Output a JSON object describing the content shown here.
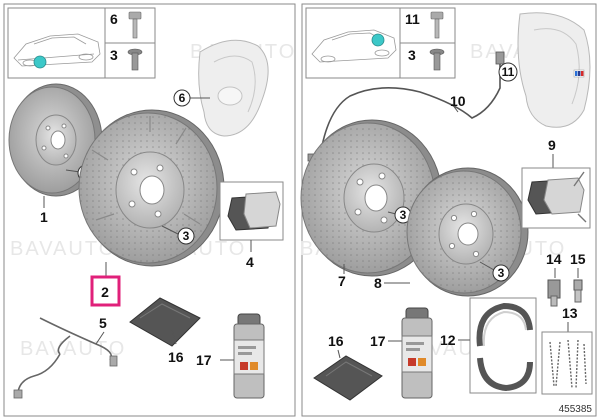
{
  "watermark": "BAVAUTO",
  "reference_number": "455385",
  "colors": {
    "highlight": "#e0207a",
    "marker": "#3cc8c8"
  },
  "callouts": {
    "c1": "1",
    "c2": "2",
    "c3a": "3",
    "c3b": "3",
    "c3c": "3",
    "c3d": "3",
    "c4": "4",
    "c5": "5",
    "c6": "6",
    "c16": "16",
    "c17": "17",
    "c7": "7",
    "c8": "8",
    "c9": "9",
    "c10": "10",
    "c11": "11",
    "c12": "12",
    "c13": "13",
    "c14": "14",
    "c15": "15",
    "c16b": "16",
    "c17b": "17"
  },
  "inset_left": {
    "top_label": "6",
    "bottom_label": "3"
  },
  "inset_right": {
    "top_label": "11",
    "bottom_label": "3"
  }
}
